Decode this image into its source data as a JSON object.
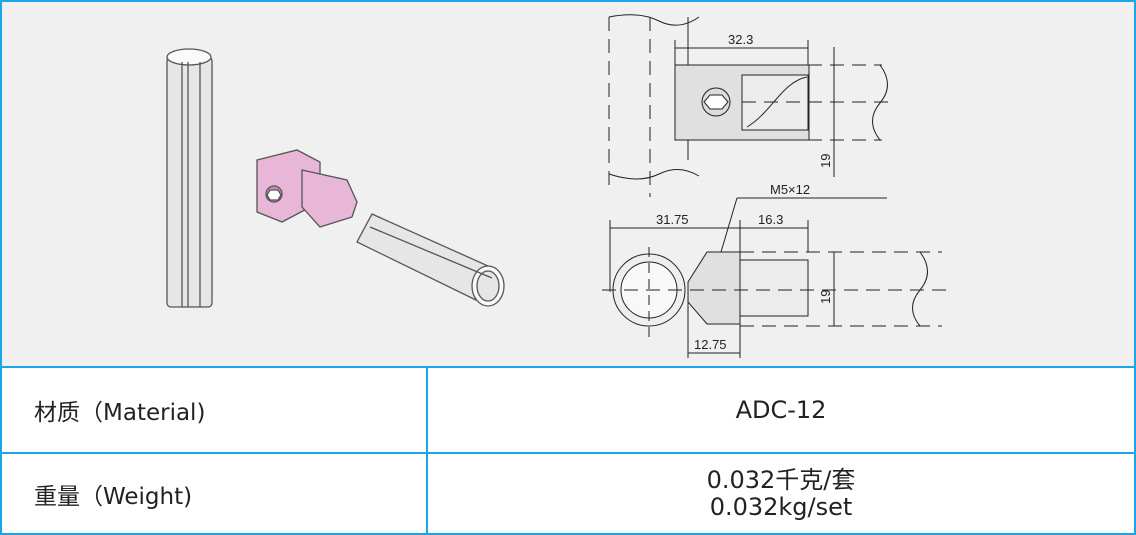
{
  "drawing": {
    "dimensions": {
      "top_length": "32.3",
      "top_height": "19",
      "screw": "M5×12",
      "bottom_overall": "31.75",
      "bottom_stub": "16.3",
      "bottom_height": "19",
      "bottom_offset": "12.75"
    },
    "colors": {
      "part": "#e8b6d6",
      "border": "#1ba4e6",
      "background": "#f0f0f0"
    }
  },
  "specs": [
    {
      "label": "材质（Material)",
      "values": [
        "ADC-12"
      ]
    },
    {
      "label": "重量（Weight)",
      "values": [
        "0.032千克/套",
        "0.032kg/set"
      ]
    }
  ]
}
